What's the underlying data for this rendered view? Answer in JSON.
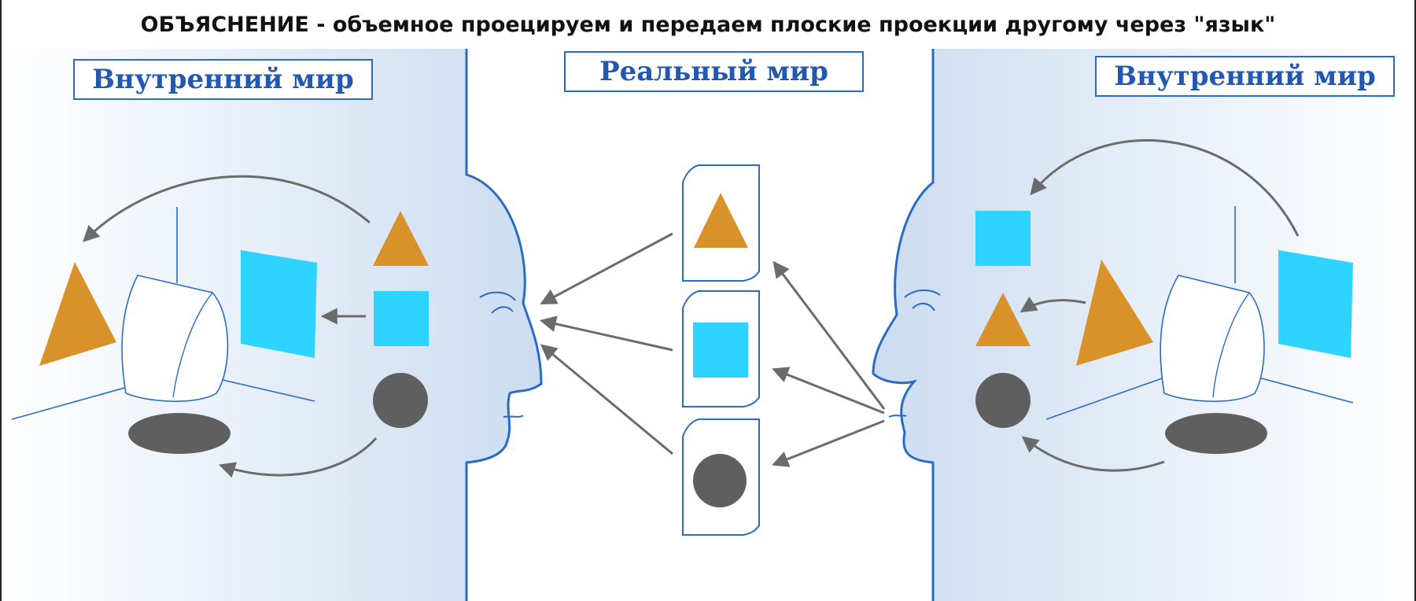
{
  "title": "ОБЪЯСНЕНИЕ - объемное проецируем и передаем плоские проекции другому через \"язык\"",
  "labels": {
    "inner_left": "Внутренний мир",
    "real": "Реальный мир",
    "inner_right": "Внутренний мир"
  },
  "colors": {
    "accent_blue": "#2a6cc4",
    "triangle": "#d9922a",
    "square": "#2ed4ff",
    "circle": "#5f5f5f",
    "arrow": "#6b6b6b",
    "panel_gradient": "#ccdcf0"
  }
}
